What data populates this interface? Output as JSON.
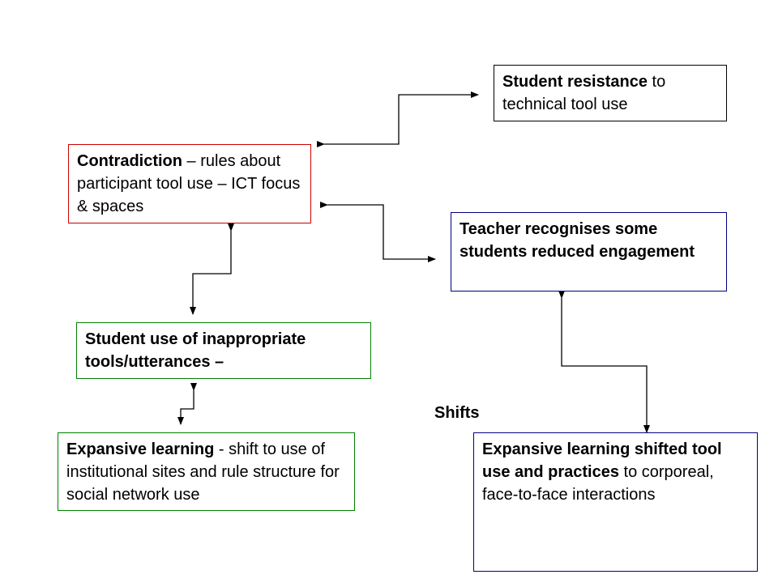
{
  "boxes": {
    "resistance": {
      "bold": "Student resistance",
      "rest": " to technical tool use"
    },
    "contradiction": {
      "bold": "Contradiction",
      "rest": " – rules about participant tool use – ICT focus & spaces"
    },
    "teacher": {
      "text": "Teacher recognises some students reduced engagement"
    },
    "student_use": {
      "text": "Student use of inappropriate tools/utterances –"
    },
    "expansive_left": {
      "bold": "Expansive learning",
      "rest": " - shift to use of institutional sites and rule structure for social network use"
    },
    "expansive_right": {
      "bold": "Expansive learning shifted tool use and practices",
      "rest": " to corporeal, face-to-face interactions"
    }
  },
  "labels": {
    "shifts": "Shifts"
  },
  "colors": {
    "red_border": "#cc0000",
    "navy_border": "#000080",
    "green_border": "#008000",
    "black_border": "#000000",
    "connector": "#000000"
  }
}
